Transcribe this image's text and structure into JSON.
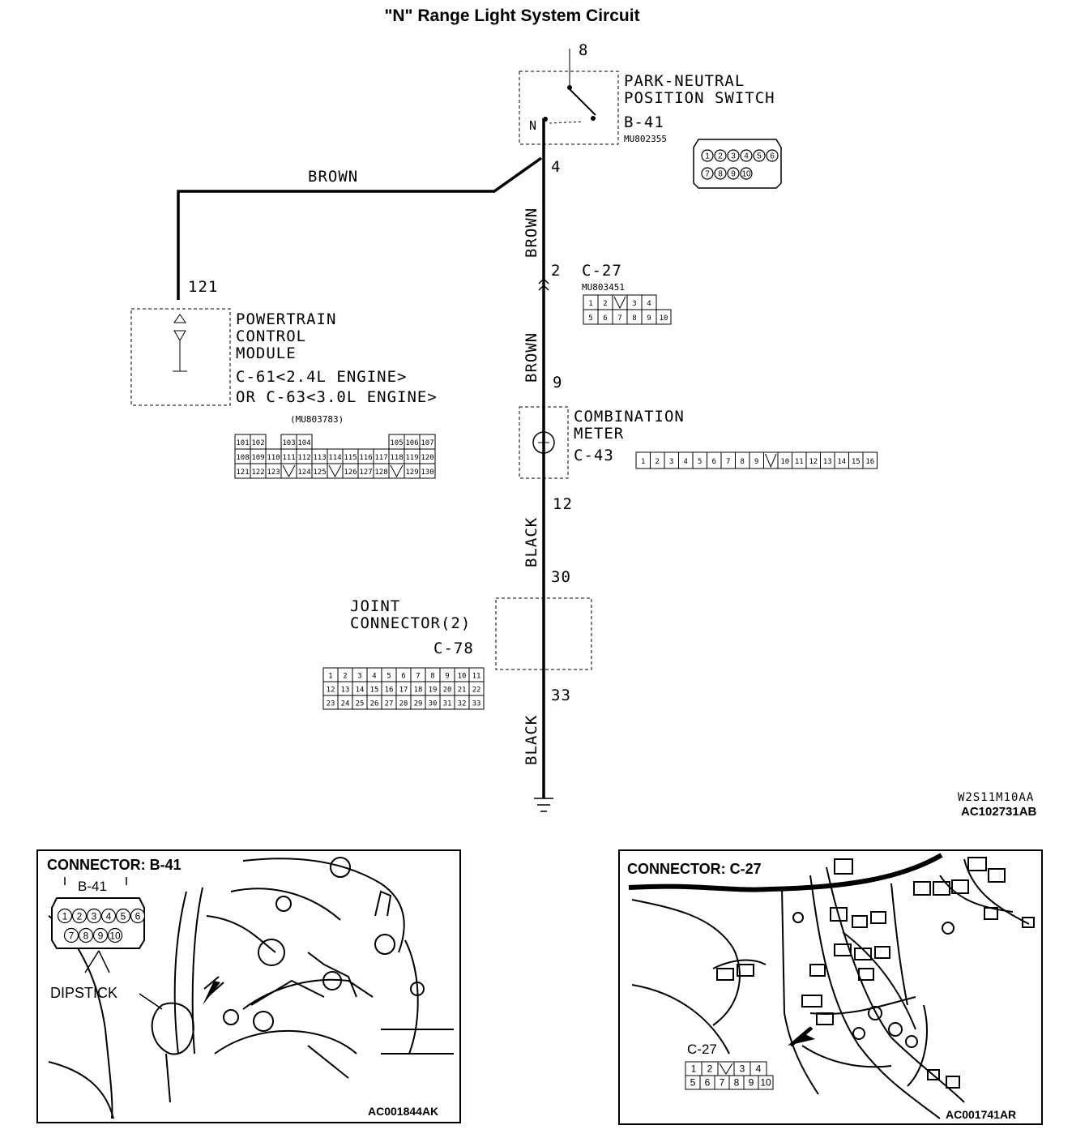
{
  "title": "\"N\" Range Light System Circuit",
  "switch": {
    "pin_top": "8",
    "pin_n": "N",
    "name_line1": "PARK-NEUTRAL",
    "name_line2": "POSITION SWITCH",
    "code": "B-41",
    "part": "MU802355",
    "pin_out": "4",
    "pins_row1": [
      "1",
      "2",
      "3",
      "4",
      "5",
      "6"
    ],
    "pins_row2": [
      "7",
      "8",
      "9",
      "10"
    ]
  },
  "wires": {
    "brown_top": "BROWN",
    "brown_vert1": "BROWN",
    "brown_vert2": "BROWN",
    "black1": "BLACK",
    "black2": "BLACK"
  },
  "c27": {
    "pin_a": "2",
    "code": "C-27",
    "part": "MU803451",
    "row1": [
      "1",
      "2",
      "",
      "3",
      "4"
    ],
    "row2": [
      "5",
      "6",
      "7",
      "8",
      "9",
      "10"
    ]
  },
  "pcm": {
    "pin": "121",
    "line1": "POWERTRAIN",
    "line2": "CONTROL",
    "line3": "MODULE",
    "line4": "C-61<2.4L ENGINE>",
    "line5": "OR C-63<3.0L ENGINE>",
    "part": "(MU803783)",
    "row1": [
      "101",
      "102",
      "",
      "103",
      "104",
      "",
      "",
      "",
      "105",
      "106",
      "107"
    ],
    "row2": [
      "108",
      "109",
      "110",
      "111",
      "112",
      "113",
      "114",
      "115",
      "116",
      "117",
      "118",
      "119",
      "120"
    ],
    "row3": [
      "121",
      "122",
      "123",
      "",
      "124",
      "125",
      "",
      "126",
      "127",
      "128",
      "",
      "129",
      "130"
    ]
  },
  "meter": {
    "pin_in": "9",
    "line1": "COMBINATION",
    "line2": "METER",
    "code": "C-43",
    "pin_out": "12",
    "pins": [
      "1",
      "2",
      "3",
      "4",
      "5",
      "6",
      "7",
      "8",
      "9",
      "",
      "10",
      "11",
      "12",
      "13",
      "14",
      "15",
      "16"
    ]
  },
  "joint": {
    "pin_in": "30",
    "line1": "JOINT",
    "line2": "CONNECTOR(2)",
    "code": "C-78",
    "pin_out": "33",
    "row1": [
      "1",
      "2",
      "3",
      "4",
      "5",
      "6",
      "7",
      "8",
      "9",
      "10",
      "11"
    ],
    "row2": [
      "12",
      "13",
      "14",
      "15",
      "16",
      "17",
      "18",
      "19",
      "20",
      "21",
      "22"
    ],
    "row3": [
      "23",
      "24",
      "25",
      "26",
      "27",
      "28",
      "29",
      "30",
      "31",
      "32",
      "33"
    ]
  },
  "ref_code": "W2S11M10AA",
  "fig_code": "AC102731AB",
  "panel_left": {
    "title": "CONNECTOR: B-41",
    "conn_label": "B-41",
    "pins_row1": [
      "1",
      "2",
      "3",
      "4",
      "5",
      "6"
    ],
    "pins_row2": [
      "7",
      "8",
      "9",
      "10"
    ],
    "dipstick": "DIPSTICK",
    "code": "AC001844AK"
  },
  "panel_right": {
    "title": "CONNECTOR: C-27",
    "conn_label": "C-27",
    "row1": [
      "1",
      "2",
      "",
      "3",
      "4"
    ],
    "row2": [
      "5",
      "6",
      "7",
      "8",
      "9",
      "10"
    ],
    "code": "AC001741AR"
  }
}
